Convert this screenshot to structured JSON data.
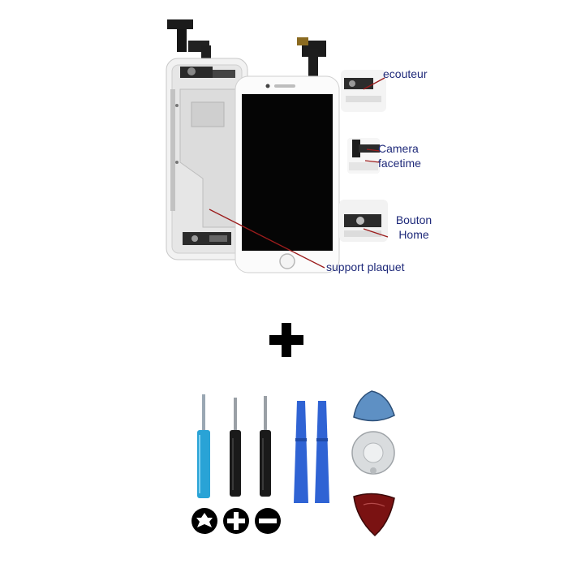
{
  "callouts": {
    "ecouteur": "ecouteur",
    "camera_line1": "Camera",
    "camera_line2": "facetime",
    "bouton_line1": "Bouton",
    "bouton_line2": "Home",
    "support": "support plaquet"
  },
  "colors": {
    "label": "#1f2a7a",
    "pointer": "#9b1c1c",
    "screen_black": "#050505",
    "screwdriver_blue": "#29a3d6",
    "spudger_blue": "#2f63d4",
    "pick_red": "#7a1212",
    "pick_blue": "#5e90c4"
  },
  "icons": [
    "plus-icon",
    "torx-icon",
    "phillips-icon",
    "flathead-icon"
  ]
}
